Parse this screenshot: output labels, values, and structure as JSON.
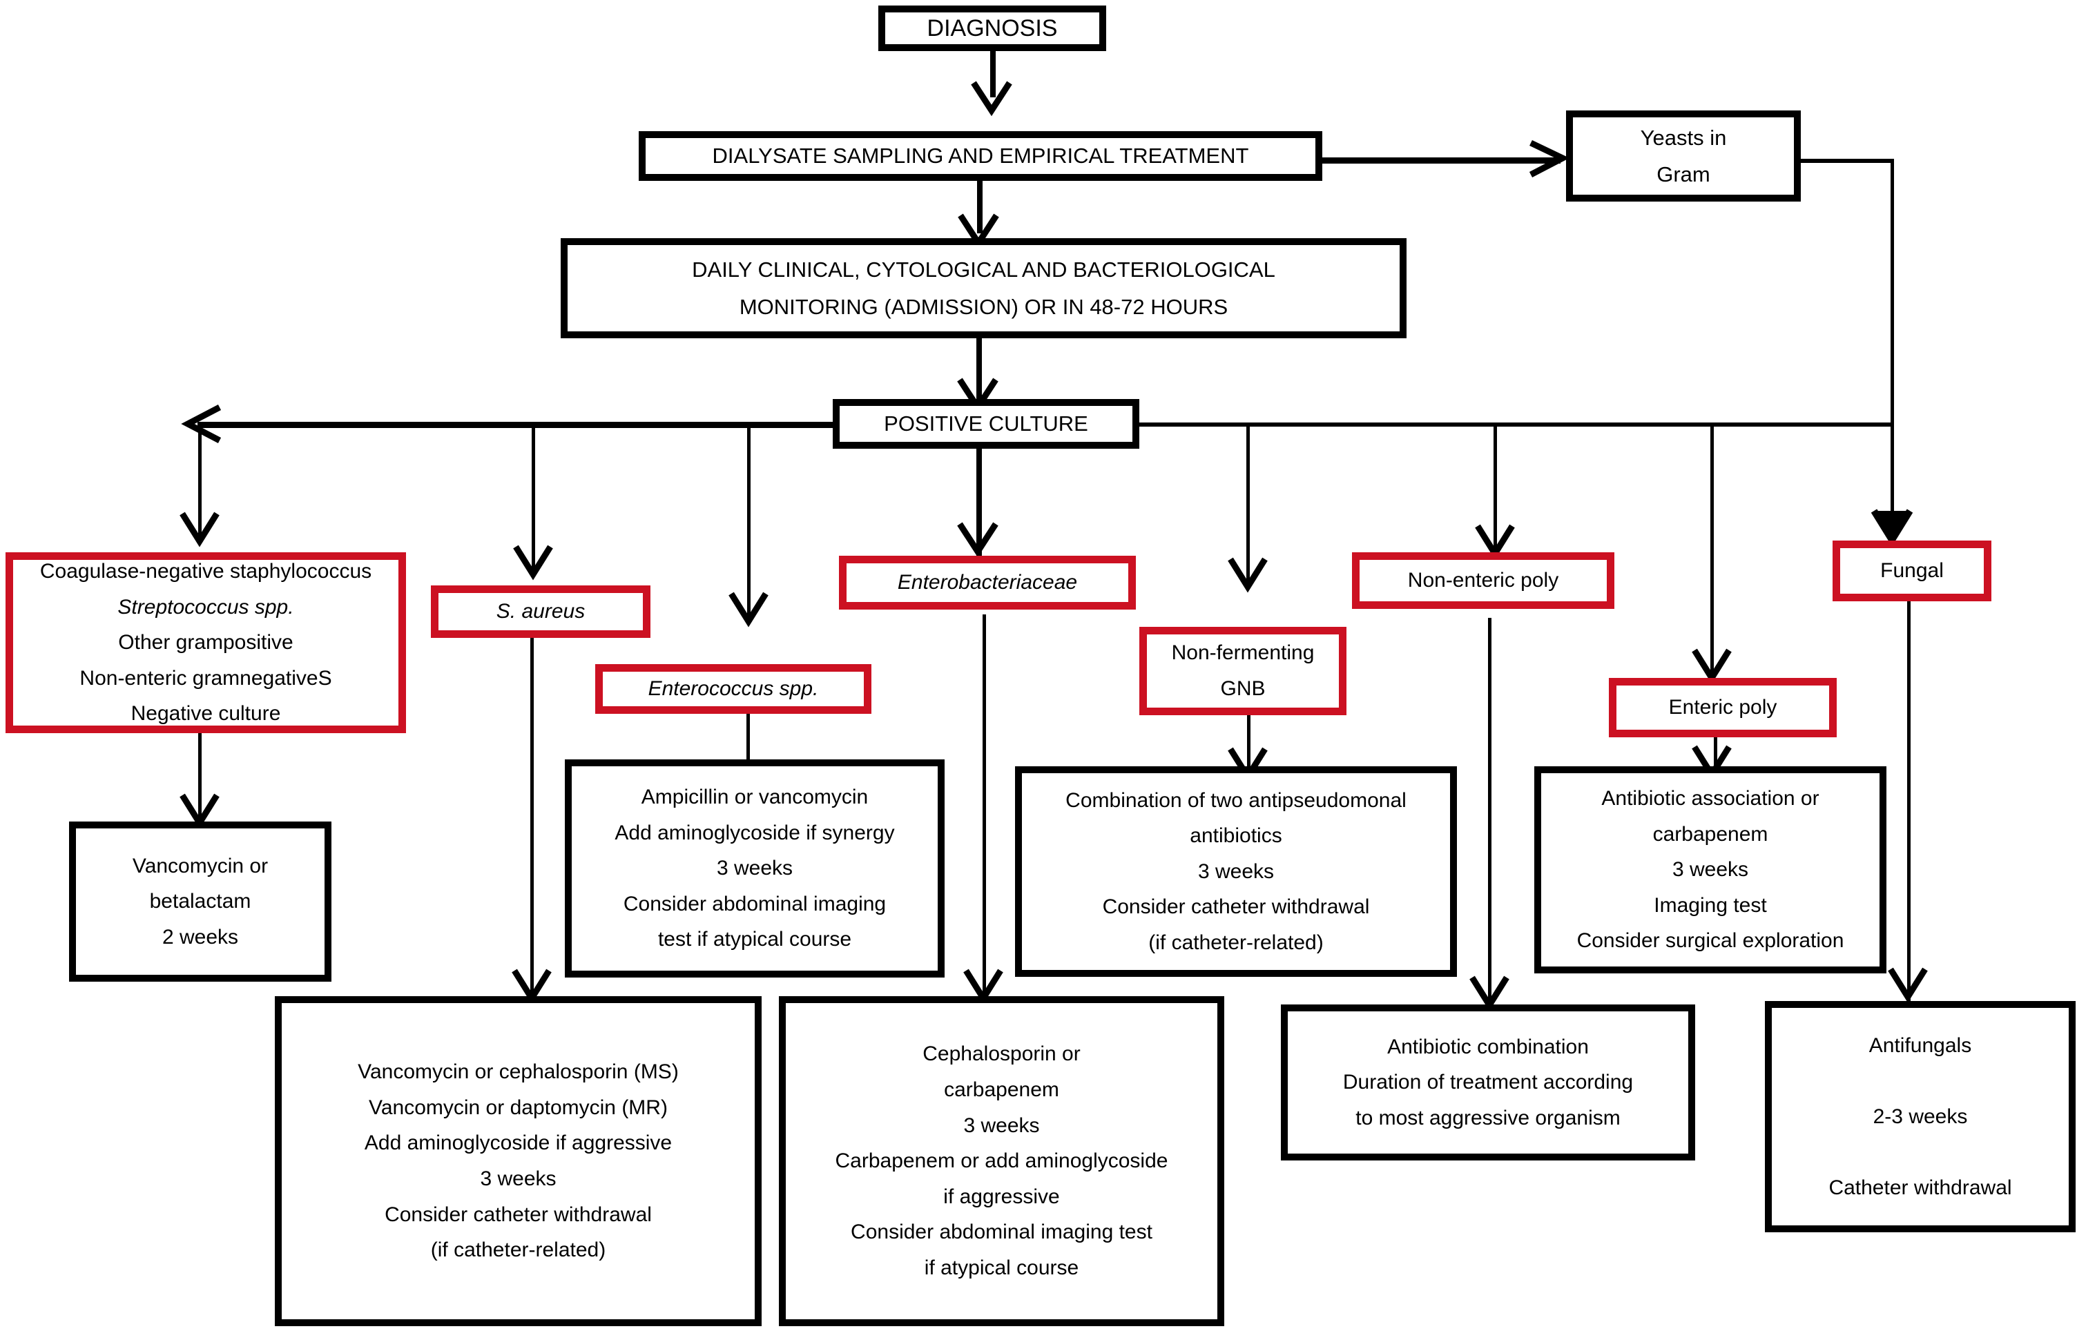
{
  "diagram": {
    "title": "Peritoneal dialysis peritonitis management algorithm",
    "accent_red": "#CC1122",
    "accent_black": "#000000"
  },
  "nodes": {
    "diagnosis": {
      "lines": [
        "DIAGNOSIS"
      ]
    },
    "dialysate_sampling": {
      "lines": [
        "DIALYSATE SAMPLING AND EMPIRICAL TREATMENT"
      ]
    },
    "yeasts_in_gram": {
      "lines": [
        "Yeasts in",
        "Gram"
      ]
    },
    "daily_monitoring": {
      "lines": [
        "DAILY CLINICAL, CYTOLOGICAL AND BACTERIOLOGICAL",
        "MONITORING (ADMISSION) OR IN 48-72 HOURS"
      ]
    },
    "positive_culture": {
      "lines": [
        "POSITIVE CULTURE"
      ]
    },
    "coagulase_group": {
      "lines": [
        "Coagulase-negative staphylococcus",
        "Streptococcus spp.",
        "Other grampositive",
        "Non-enteric gramnegativeS",
        "Negative culture"
      ],
      "italic_indexes": [
        1
      ]
    },
    "s_aureus": {
      "lines": [
        "S. aureus"
      ],
      "italic_indexes": [
        0
      ]
    },
    "enterococcus": {
      "lines": [
        "Enterococcus spp."
      ],
      "italic_indexes": [
        0
      ]
    },
    "enterobacteriaceae": {
      "lines": [
        "Enterobacteriaceae"
      ],
      "italic_indexes": [
        0
      ]
    },
    "non_fermenting_gnb": {
      "lines": [
        "Non-fermenting",
        "GNB"
      ]
    },
    "non_enteric_poly": {
      "lines": [
        "Non-enteric poly"
      ]
    },
    "enteric_poly": {
      "lines": [
        "Enteric poly"
      ]
    },
    "fungal": {
      "lines": [
        "Fungal"
      ]
    },
    "vancomycin_betalactam": {
      "lines": [
        "Vancomycin or",
        "betalactam",
        "2 weeks"
      ]
    },
    "ampicillin_vanco": {
      "lines": [
        "Ampicillin or vancomycin",
        "Add aminoglycoside if synergy",
        "3 weeks",
        "Consider abdominal imaging",
        "test if atypical course"
      ]
    },
    "two_antipseudomonal": {
      "lines": [
        "Combination of two antipseudomonal",
        "antibiotics",
        "3 weeks",
        "Consider catheter withdrawal",
        "(if catheter-related)"
      ]
    },
    "antibiotic_assoc": {
      "lines": [
        "Antibiotic association or",
        "carbapenem",
        "3 weeks",
        "Imaging test",
        "Consider surgical exploration"
      ]
    },
    "vanco_cephalosporin": {
      "lines": [
        "Vancomycin or cephalosporin (MS)",
        "Vancomycin or daptomycin (MR)",
        "Add aminoglycoside if aggressive",
        "3 weeks",
        "Consider catheter withdrawal",
        "(if catheter-related)"
      ]
    },
    "cephalosporin_carba": {
      "lines": [
        "Cephalosporin or",
        "carbapenem",
        "3 weeks",
        "Carbapenem or add aminoglycoside",
        "if aggressive",
        "Consider abdominal imaging test",
        "if atypical course"
      ]
    },
    "antibiotic_combination": {
      "lines": [
        "Antibiotic combination",
        "Duration of treatment according",
        "to most aggressive organism"
      ]
    },
    "antifungals": {
      "lines": [
        "Antifungals",
        "",
        "2-3 weeks",
        "",
        "Catheter withdrawal"
      ]
    }
  }
}
